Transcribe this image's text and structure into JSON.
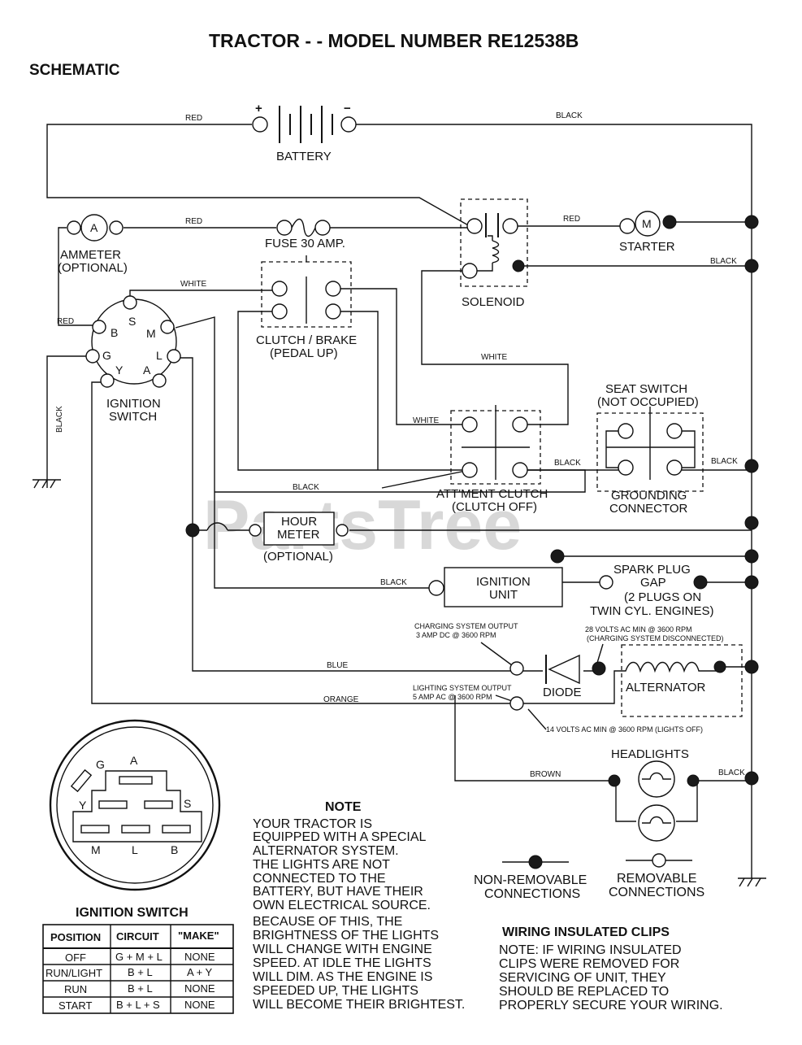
{
  "title": "TRACTOR - - MODEL NUMBER RE12538B",
  "subtitle": "SCHEMATIC",
  "watermark": "PartsTree",
  "components": {
    "battery": "BATTERY",
    "battery_pos": "+",
    "battery_neg": "−",
    "ammeter": "AMMETER",
    "ammeter_opt": "(OPTIONAL)",
    "ammeter_symbol": "A",
    "fuse": "FUSE 30 AMP.",
    "starter": "STARTER",
    "starter_symbol": "M",
    "solenoid": "SOLENOID",
    "clutch1": "CLUTCH / BRAKE",
    "clutch2": "(PEDAL UP)",
    "ignition1": "IGNITION",
    "ignition2": "SWITCH",
    "seat1": "SEAT SWITCH",
    "seat2": "(NOT OCCUPIED)",
    "attment1": "ATT'MENT CLUTCH",
    "attment2": "(CLUTCH OFF)",
    "ground1": "GROUNDING",
    "ground2": "CONNECTOR",
    "hour1": "HOUR",
    "hour2": "METER",
    "hour3": "(OPTIONAL)",
    "ignunit1": "IGNITION",
    "ignunit2": "UNIT",
    "spark1": "SPARK PLUG",
    "spark2": "GAP",
    "spark3": "(2 PLUGS ON",
    "spark4": "TWIN CYL. ENGINES)",
    "diode": "DIODE",
    "alternator": "ALTERNATOR",
    "headlights": "HEADLIGHTS"
  },
  "ignition_pins": [
    "B",
    "S",
    "M",
    "G",
    "L",
    "Y",
    "A"
  ],
  "wires": {
    "red_top": "RED",
    "black_top": "BLACK",
    "red_fuse": "RED",
    "red_starter": "RED",
    "black_solenoid": "BLACK",
    "white_clutch": "WHITE",
    "red_left": "RED",
    "black_left": "BLACK",
    "white_mid": "WHITE",
    "white_att": "WHITE",
    "black_att": "BLACK",
    "black_seat": "BLACK",
    "black_mid": "BLACK",
    "black_ign": "BLACK",
    "blue": "BLUE",
    "orange": "ORANGE",
    "brown": "BROWN",
    "black_head": "BLACK"
  },
  "specs": {
    "charge1": "CHARGING SYSTEM OUTPUT",
    "charge2": "3 AMP DC @ 3600 RPM",
    "volts28a": "28 VOLTS AC MIN @ 3600 RPM",
    "volts28b": "(CHARGING SYSTEM DISCONNECTED)",
    "light1": "LIGHTING SYSTEM OUTPUT",
    "light2": "5 AMP AC @ 3600 RPM",
    "volts14": "14 VOLTS AC MIN @ 3600 RPM (LIGHTS OFF)"
  },
  "switch_face": {
    "pins": [
      "G",
      "A",
      "Y",
      "S",
      "M",
      "L",
      "B"
    ],
    "caption": "IGNITION SWITCH"
  },
  "table": {
    "headers": [
      "POSITION",
      "CIRCUIT",
      "\"MAKE\""
    ],
    "rows": [
      [
        "OFF",
        "G + M + L",
        "NONE"
      ],
      [
        "RUN/LIGHT",
        "B + L",
        "A + Y"
      ],
      [
        "RUN",
        "B + L",
        "NONE"
      ],
      [
        "START",
        "B + L + S",
        "NONE"
      ]
    ]
  },
  "note": {
    "title": "NOTE",
    "lines": [
      "YOUR TRACTOR IS",
      "EQUIPPED WITH A SPECIAL",
      "ALTERNATOR SYSTEM.",
      "THE LIGHTS ARE NOT",
      "CONNECTED TO THE",
      "BATTERY, BUT HAVE THEIR",
      "OWN ELECTRICAL SOURCE.",
      "BECAUSE OF THIS, THE",
      "BRIGHTNESS OF THE LIGHTS",
      "WILL CHANGE WITH ENGINE",
      "SPEED.  AT IDLE THE LIGHTS",
      "WILL DIM.  AS THE ENGINE IS",
      "SPEEDED UP, THE LIGHTS",
      "WILL BECOME THEIR BRIGHTEST."
    ]
  },
  "legend": {
    "nonrem1": "NON-REMOVABLE",
    "nonrem2": "CONNECTIONS",
    "rem1": "REMOVABLE",
    "rem2": "CONNECTIONS"
  },
  "clips": {
    "title": "WIRING INSULATED CLIPS",
    "lines": [
      "NOTE: IF WIRING INSULATED",
      "CLIPS WERE REMOVED FOR",
      "SERVICING OF UNIT, THEY",
      "SHOULD BE REPLACED TO",
      "PROPERLY SECURE YOUR WIRING."
    ]
  }
}
